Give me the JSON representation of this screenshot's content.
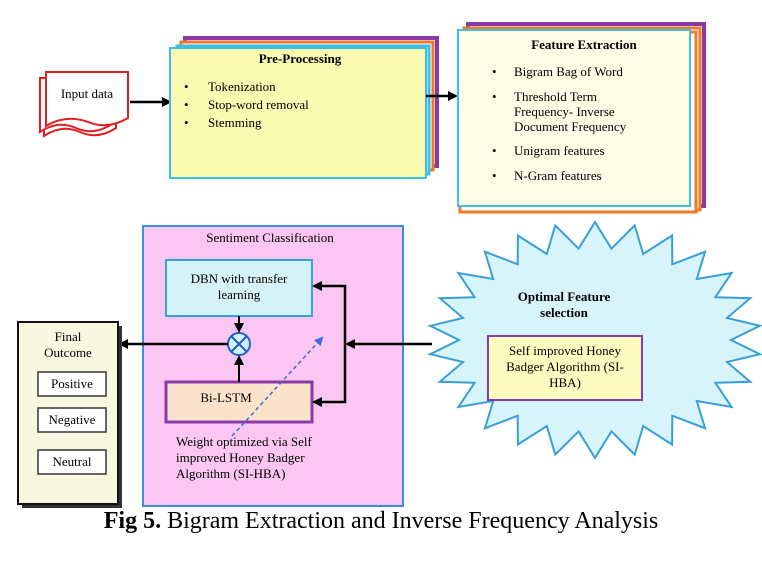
{
  "input": {
    "label": "Input data"
  },
  "preprocessing": {
    "title": "Pre-Processing",
    "items": [
      "Tokenization",
      "Stop-word removal",
      "Stemming"
    ]
  },
  "feature_extraction": {
    "title": "Feature Extraction",
    "items": [
      [
        "Bigram Bag of Word"
      ],
      [
        "Threshold  Term",
        "Frequency- Inverse",
        "Document Frequency"
      ],
      [
        "Unigram features"
      ],
      [
        "N-Gram features"
      ]
    ]
  },
  "sentiment": {
    "title": "Sentiment Classification",
    "dbn_lines": [
      "DBN with transfer",
      "learning"
    ],
    "bilstm": "Bi-LSTM",
    "weight_lines": [
      "Weight optimized via Self",
      "improved Honey Badger",
      "Algorithm (SI-HBA)"
    ]
  },
  "optimal": {
    "title_lines": [
      "Optimal Feature",
      "selection"
    ],
    "algo_lines": [
      "Self improved Honey",
      "Badger Algorithm (SI-",
      "HBA)"
    ]
  },
  "final": {
    "title_lines": [
      "Final",
      "Outcome"
    ],
    "items": [
      "Positive",
      "Negative",
      "Neutral"
    ]
  },
  "caption": {
    "label": "Fig 5.",
    "text": "Bigram Extraction and Inverse Frequency Analysis"
  },
  "colors": {
    "preprocessing_fill": "#fafab0",
    "stack_purple": "#8a3aa8",
    "stack_orange": "#f07a28",
    "stack_cyan": "#40c0e0",
    "feature_fill": "#fefde6",
    "sentiment_fill": "#fbc6f2",
    "dbn_fill": "#d4f2f8",
    "bilstm_fill": "#fbe3cb",
    "star_fill": "#d8f4fb",
    "star_stroke": "#3a9ed8",
    "algo_fill": "#fcfcc0",
    "final_fill": "#f8f8e0",
    "input_stroke": "#e02020"
  }
}
